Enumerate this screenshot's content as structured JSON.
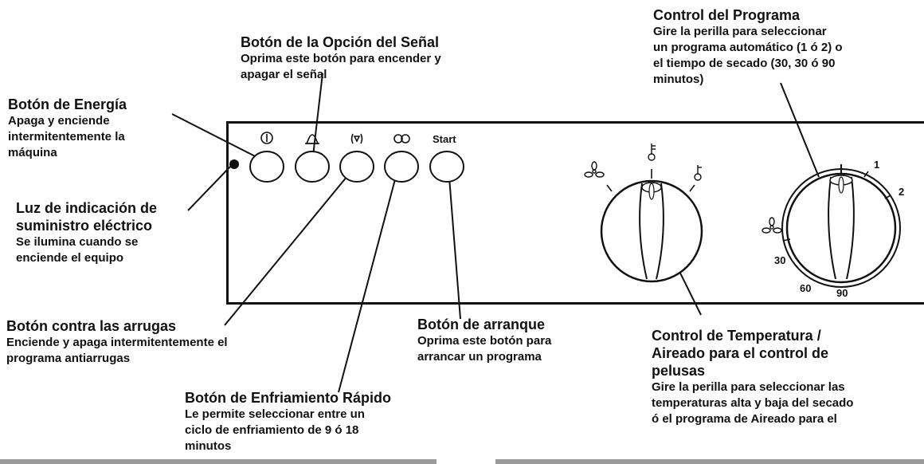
{
  "callouts": {
    "program": {
      "title": "Control del Programa",
      "lines": [
        "Gire la perilla para seleccionar",
        "un programa automático (1 ó 2) o",
        "el tiempo de secado (30, 30 ó 90",
        "minutos)"
      ]
    },
    "signal": {
      "title": "Botón de la Opción del Señal",
      "lines": [
        "Oprima este botón para encender y",
        "apagar el señal"
      ]
    },
    "power": {
      "title": "Botón de Energía",
      "lines": [
        "Apaga y enciende",
        "intermitentemente la",
        "máquina"
      ]
    },
    "indicator": {
      "title_lines": [
        "Luz de indicación de",
        "suministro eléctrico"
      ],
      "lines": [
        "Se ilumina cuando se",
        "enciende el equipo"
      ]
    },
    "anticrease": {
      "title": "Botón contra las arrugas",
      "lines": [
        "Enciende y apaga intermitentemente el",
        "programa antiarrugas"
      ]
    },
    "start": {
      "title": "Botón de arranque",
      "lines": [
        "Oprima este botón para",
        "arrancar un programa"
      ]
    },
    "temperature": {
      "title_lines": [
        "Control de Temperatura /",
        "Aireado para el control de",
        "pelusas"
      ],
      "lines": [
        "Gire la perilla para seleccionar las",
        "temperaturas alta y baja del secado",
        "ó el programa de Aireado para el"
      ]
    },
    "cooling": {
      "title": "Botón de Enfriamiento Rápido",
      "lines": [
        "Le permite seleccionar entre un",
        "ciclo de enfriamiento de 9 ó 18",
        "minutos"
      ]
    }
  },
  "panel": {
    "start_label": "Start",
    "dial_marks": [
      "1",
      "2",
      "30",
      "60",
      "90"
    ]
  }
}
